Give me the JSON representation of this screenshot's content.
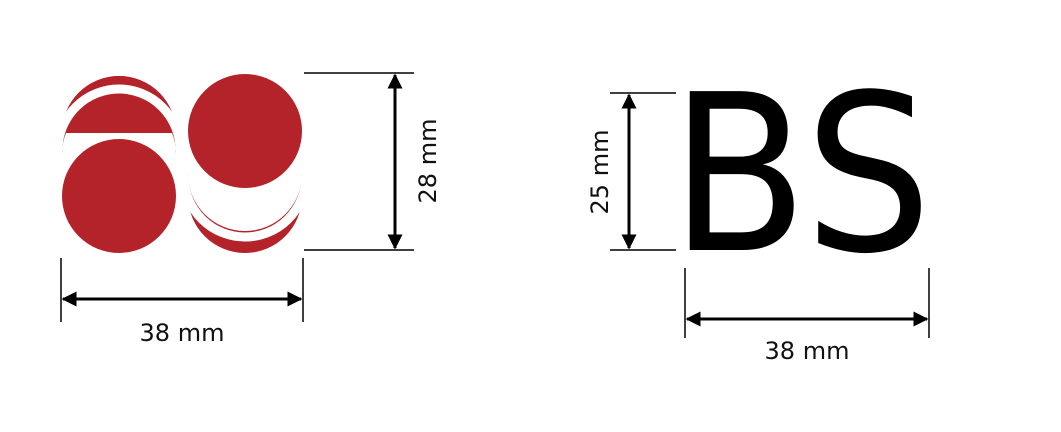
{
  "logo_panel": {
    "logo_color": "#b5232a",
    "width_label": "38 mm",
    "height_label": "28 mm"
  },
  "letter_panel": {
    "letters": "BS",
    "letter_color": "#000000",
    "width_label": "38 mm",
    "height_label": "25 mm"
  },
  "line_color": "#000000"
}
